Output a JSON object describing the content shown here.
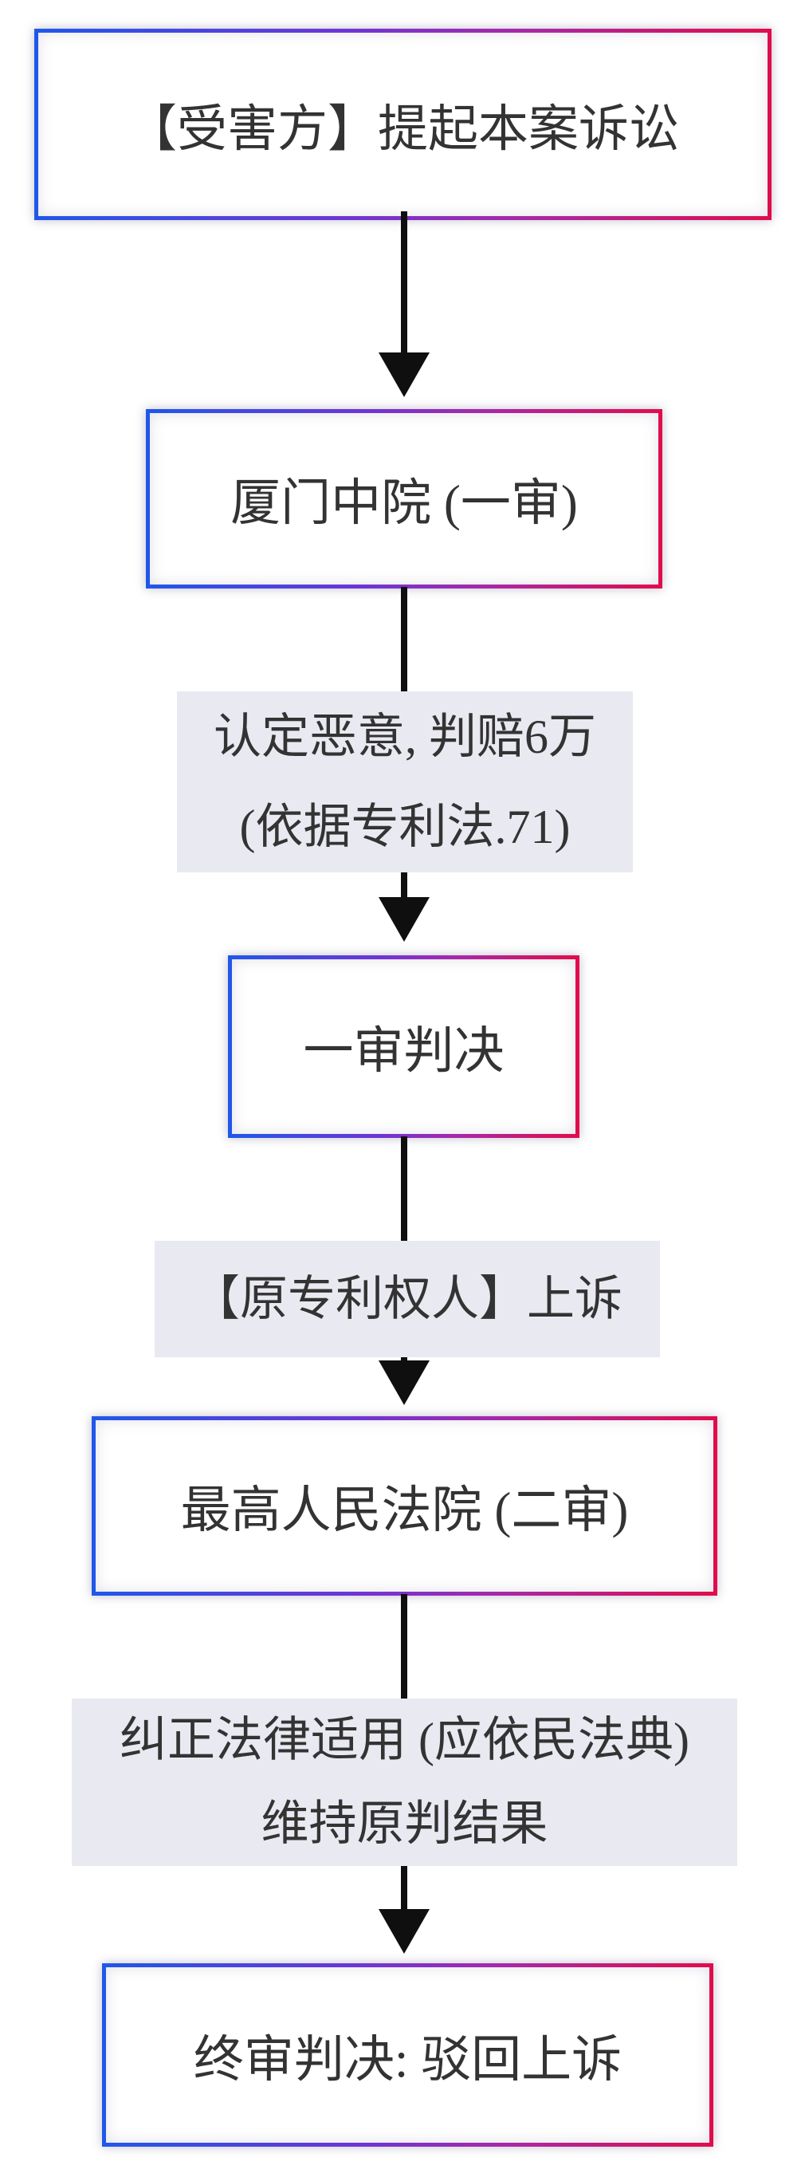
{
  "flowchart": {
    "nodes": [
      {
        "label": "【受害方】提起本案诉讼"
      },
      {
        "label": "厦门中院 (一审)"
      },
      {
        "label": "一审判决"
      },
      {
        "label": "最高人民法院 (二审)"
      },
      {
        "label": "终审判决: 驳回上诉"
      }
    ],
    "edge_labels": [
      {
        "line1": "认定恶意, 判赔6万",
        "line2": "(依据专利法.71)"
      },
      {
        "line1": "【原专利权人】上诉"
      },
      {
        "line1": "纠正法律适用 (应依民法典)",
        "line2": "维持原判结果"
      }
    ]
  },
  "colors": {
    "gradient_start": "#2057e9",
    "gradient_mid1": "#6d35d6",
    "gradient_mid2": "#a828a8",
    "gradient_end": "#e00d4c",
    "line_color": "#0f0f0f",
    "label_bg": "#e9e9f1",
    "text_color": "#333333",
    "canvas_bg": "#ffffff"
  }
}
